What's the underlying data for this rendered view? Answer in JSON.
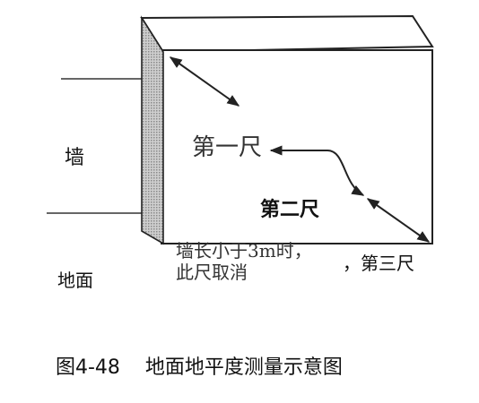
{
  "figure": {
    "label_wall": "墙",
    "label_floor": "地面",
    "label_ruler1": "第一尺",
    "label_ruler2": "第二尺",
    "label_ruler3": "，第三尺",
    "note_line1": "墙长小于3m时，",
    "note_line2": "此尺取消",
    "caption": "图4-48    地面地平度测量示意图"
  }
}
